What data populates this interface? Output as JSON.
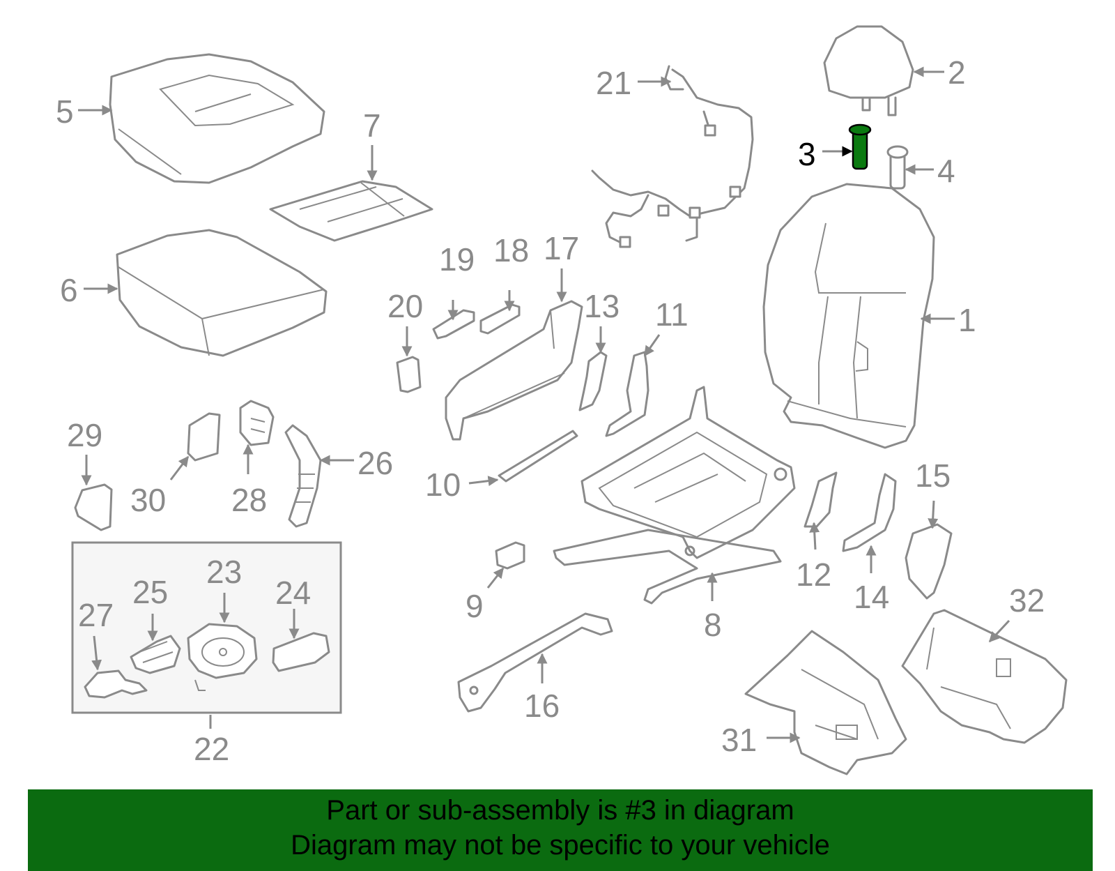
{
  "callouts": {
    "n1": "1",
    "n2": "2",
    "n3": "3",
    "n4": "4",
    "n5": "5",
    "n6": "6",
    "n7": "7",
    "n8": "8",
    "n9": "9",
    "n10": "10",
    "n11": "11",
    "n12": "12",
    "n13": "13",
    "n14": "14",
    "n15": "15",
    "n16": "16",
    "n17": "17",
    "n18": "18",
    "n19": "19",
    "n20": "20",
    "n21": "21",
    "n22": "22",
    "n23": "23",
    "n24": "24",
    "n25": "25",
    "n26": "26",
    "n27": "27",
    "n28": "28",
    "n29": "29",
    "n30": "30",
    "n31": "31",
    "n32": "32"
  },
  "highlighted_part": "3",
  "colors": {
    "line": "#8a8a8a",
    "highlight": "#0b7a10",
    "banner": "#0b6b10",
    "inset_fill": "#f6f6f6"
  },
  "banner": {
    "line1": "Part or sub-assembly is #3 in diagram",
    "line2": "Diagram may not be specific to your vehicle"
  }
}
